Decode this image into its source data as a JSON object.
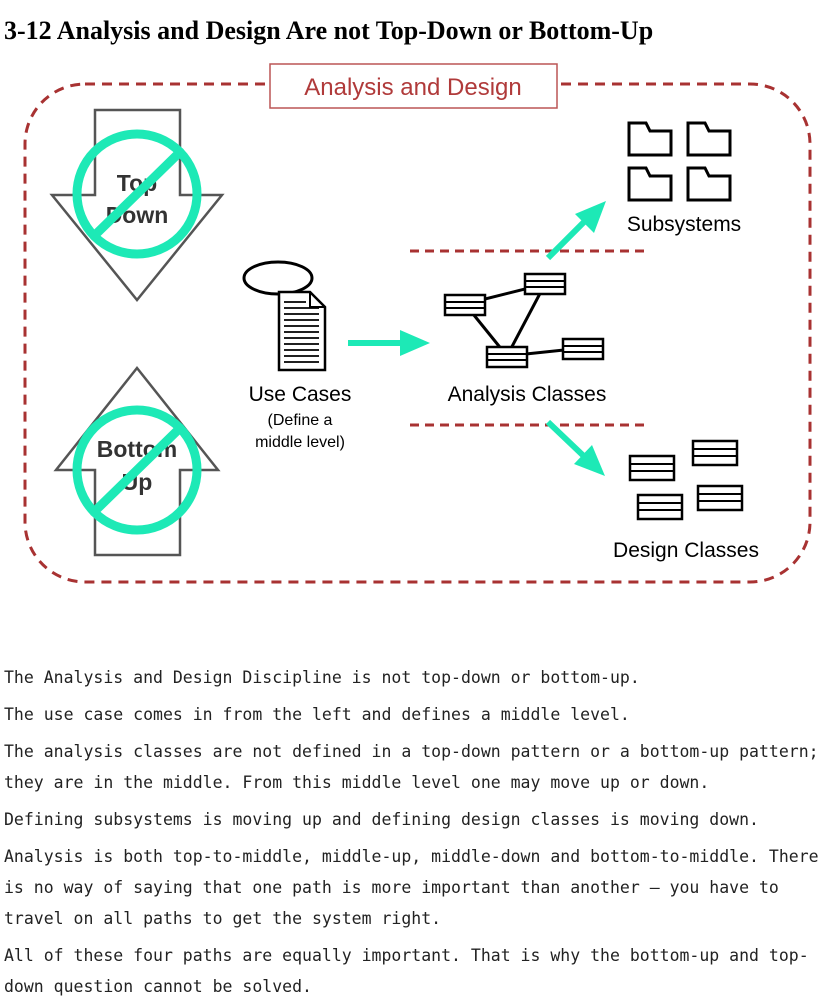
{
  "page": {
    "title": "3-12 Analysis and Design Are not Top-Down or Bottom-Up"
  },
  "diagram": {
    "frame_label": "Analysis and Design",
    "top_down": [
      "Top",
      "Down"
    ],
    "bottom_up": [
      "Bottom",
      "Up"
    ],
    "use_cases": {
      "label": "Use Cases",
      "note": [
        "(Define a",
        "middle level)"
      ]
    },
    "analysis_classes_label": "Analysis Classes",
    "subsystems_label": "Subsystems",
    "design_classes_label": "Design Classes",
    "colors": {
      "frame": "#a83232",
      "frame_text": "#b03a3a",
      "arrow": "#1de9b6",
      "prohibit": "#1de9b6",
      "ink": "#000000",
      "shape_text": "#333333"
    }
  },
  "paragraphs": [
    "The Analysis and Design Discipline is not top-down or bottom-up.",
    "The use case comes in from the left and defines a middle level.",
    "The analysis classes are not defined in a top-down pattern or a bottom-up pattern; they are in the middle. From this middle level one may move up or down.",
    "Defining subsystems is moving up and defining design classes is moving down.",
    "Analysis is both top-to-middle, middle-up, middle-down and bottom-to-middle. There is no way of saying that one path is more important than another — you have to travel on all paths to get the system right.",
    "All of these four paths are equally important. That is why the bottom-up and top-down question cannot be solved."
  ]
}
